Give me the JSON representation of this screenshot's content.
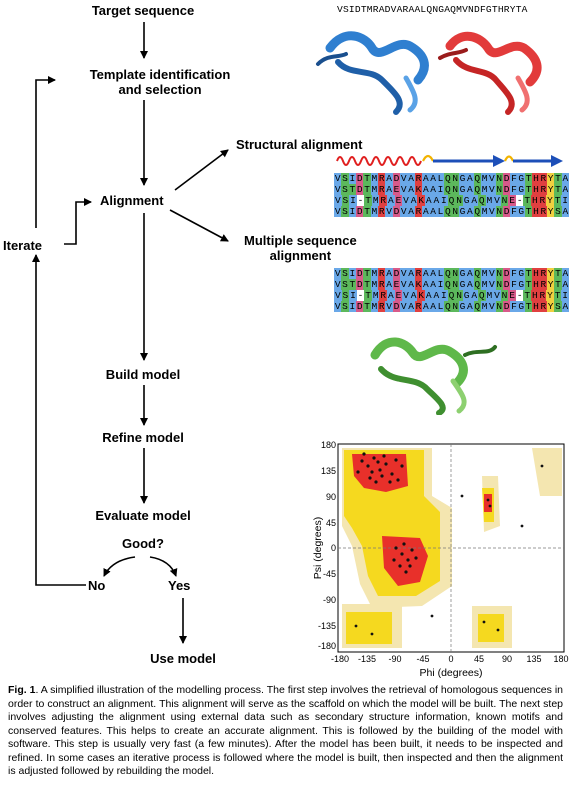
{
  "flow": {
    "target_sequence": "Target sequence",
    "template_line1": "Template identification",
    "template_line2": "and selection",
    "alignment": "Alignment",
    "structural_alignment": "Structural alignment",
    "msa_line1": "Multiple sequence",
    "msa_line2": "alignment",
    "iterate": "Iterate",
    "build_model": "Build model",
    "refine_model": "Refine model",
    "evaluate_model": "Evaluate model",
    "good": "Good?",
    "no": "No",
    "yes": "Yes",
    "use_model": "Use model"
  },
  "sequence": "VSIDTMRADVARAALQNGAQMVNDFGTHRYTA",
  "alignment_rows": [
    "VSIDTMRADVARAALQNGAQMVNDFGTHRYTA",
    "VSTDTMRAEVAKAAIQNGAQMVNDFGTHRYTA",
    "VSI-TMRAEVAKAAIQNGAQMVNE-THRYTI",
    "VSIDTMRVDVARAALQNGAQMVNDFGTHRYSA"
  ],
  "ramachandran": {
    "xlabel": "Phi (degrees)",
    "ylabel": "Psi (degrees)",
    "ticks": [
      "-180",
      "-135",
      "-90",
      "-45",
      "0",
      "45",
      "90",
      "135",
      "180"
    ]
  },
  "caption": {
    "label": "Fig. 1",
    "text": ". A simplified illustration of the modelling process. The first step involves the retrieval of homologous sequences in order to construct an alignment. This alignment will serve as the scaffold on which the model will be built. The next step involves adjusting the alignment using external data such as secondary structure information, known motifs and conserved features. This helps to create an accurate alignment. This is followed by the building of the model with software. This step is usually very fast (a few minutes). After the model has been built, it needs to be inspected and refined. In some cases an iterative process is followed where the model is built, then inspected and then the alignment is adjusted followed by rebuilding the model."
  },
  "colors": {
    "blue_protein": "#2f7fd0",
    "red_protein": "#e23b3b",
    "green_protein": "#5fb84a",
    "rama_core": "#e8302a",
    "rama_allowed": "#f5d91f",
    "rama_generous": "#f4e6b0"
  }
}
